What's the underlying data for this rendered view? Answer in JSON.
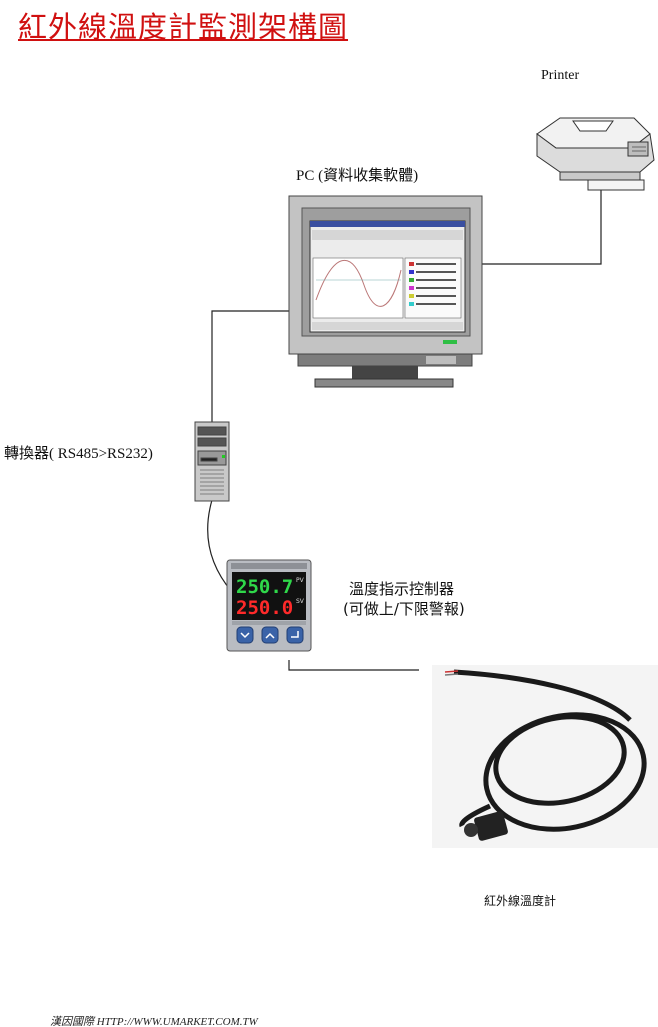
{
  "title": "紅外線溫度計監測架構圖",
  "labels": {
    "printer": "Printer",
    "pc": "PC (資料收集軟體)",
    "converter": "轉換器( RS485>RS232)",
    "controller_line1": "溫度指示控制器",
    "controller_line2": "(可做上/下限警報)",
    "sensor": "紅外線溫度計"
  },
  "controller_display": {
    "pv_value": "250.7",
    "sv_value": "250.0",
    "pv_tag": "PV",
    "sv_tag": "SV"
  },
  "footer": "漢因國際  HTTP://WWW.UMARKET.COM.TW",
  "colors": {
    "title": "#d01010",
    "pv_digits": "#2fd84a",
    "sv_digits": "#ff2a2a",
    "controller_buttons": "#3a63a8",
    "sensor_cable": "#1a1a1a"
  },
  "icons": [
    "printer-icon",
    "monitor-icon",
    "converter-tower-icon",
    "controller-icon",
    "infrared-sensor-icon"
  ]
}
